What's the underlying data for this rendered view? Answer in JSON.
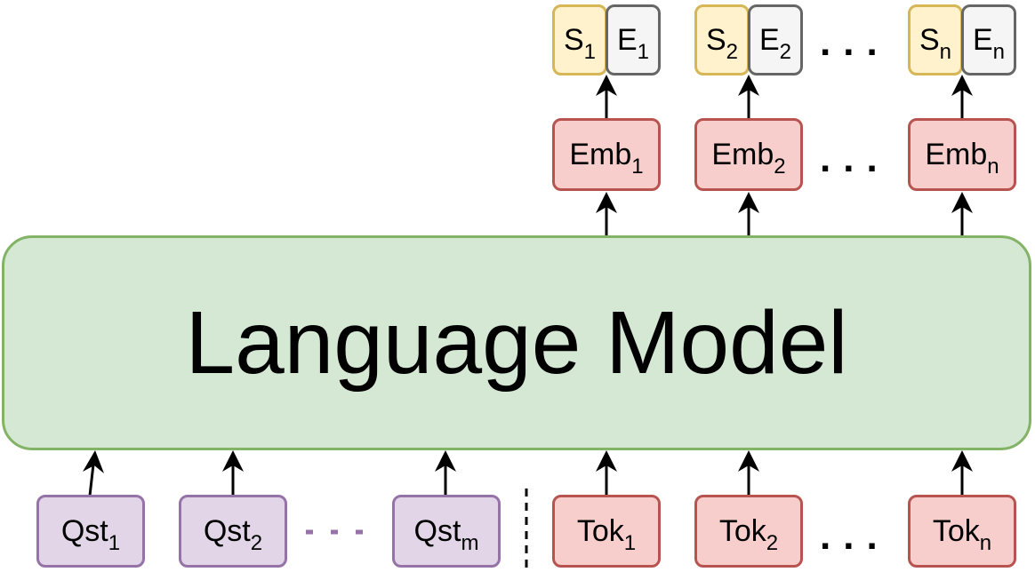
{
  "model": {
    "label": "Language Model"
  },
  "outputs": [
    {
      "s_base": "S",
      "s_sub": "1",
      "e_base": "E",
      "e_sub": "1",
      "emb_base": "Emb",
      "emb_sub": "1"
    },
    {
      "s_base": "S",
      "s_sub": "2",
      "e_base": "E",
      "e_sub": "2",
      "emb_base": "Emb",
      "emb_sub": "2"
    },
    {
      "s_base": "S",
      "s_sub": "n",
      "e_base": "E",
      "e_sub": "n",
      "emb_base": "Emb",
      "emb_sub": "n"
    }
  ],
  "questions": [
    {
      "base": "Qst",
      "sub": "1"
    },
    {
      "base": "Qst",
      "sub": "2"
    },
    {
      "base": "Qst",
      "sub": "m"
    }
  ],
  "tokens": [
    {
      "base": "Tok",
      "sub": "1"
    },
    {
      "base": "Tok",
      "sub": "2"
    },
    {
      "base": "Tok",
      "sub": "n"
    }
  ],
  "colors": {
    "token_fill": "#f8cecc",
    "token_stroke": "#b85450",
    "question_fill": "#e1d5e7",
    "question_stroke": "#9673a6",
    "start_fill": "#fff2cc",
    "start_stroke": "#d6b656",
    "end_fill": "#f5f5f5",
    "end_stroke": "#666666",
    "model_fill": "#d5e8d4",
    "model_stroke": "#82b366"
  }
}
